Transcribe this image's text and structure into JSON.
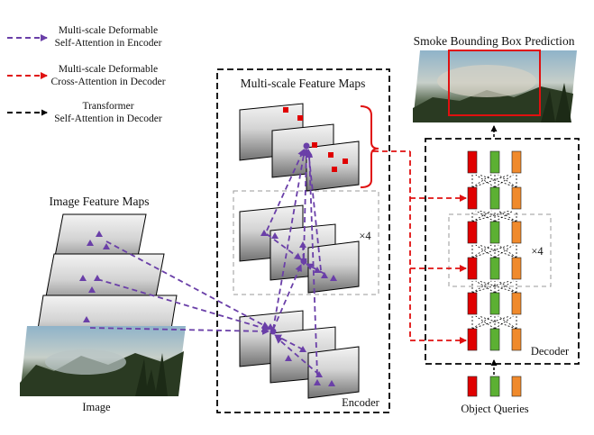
{
  "legend": [
    {
      "line1": "Multi-scale  Deformable",
      "line2": "Self-Attention  in Encoder",
      "color": "#6a3fa8"
    },
    {
      "line1": "Multi-scale  Deformable",
      "line2": "Cross-Attention in Decoder",
      "color": "#e01010"
    },
    {
      "line1": "Transformer",
      "line2": "Self-Attention  in Decoder",
      "color": "#000000"
    }
  ],
  "labels": {
    "image_feature_maps": "Image  Feature Maps",
    "image": "Image",
    "multiscale_feature_maps": "Multi-scale  Feature Maps",
    "encoder": "Encoder",
    "repeat_encoder": "×4",
    "smoke_prediction": "Smoke Bounding Box Prediction",
    "decoder": "Decoder",
    "repeat_decoder": "×4",
    "object_queries": "Object Queries"
  },
  "colors": {
    "encoder_attention": "#6a3fa8",
    "decoder_cross_attention": "#e01010",
    "decoder_self_attention": "#000000",
    "query_red": "#e00000",
    "query_green": "#5cb033",
    "query_orange": "#f08a2c",
    "bbox": "#e01010"
  },
  "icons": [
    "dashed-arrow-icon",
    "triangle-marker-icon",
    "dot-marker-icon",
    "square-marker-icon",
    "brace-icon"
  ]
}
